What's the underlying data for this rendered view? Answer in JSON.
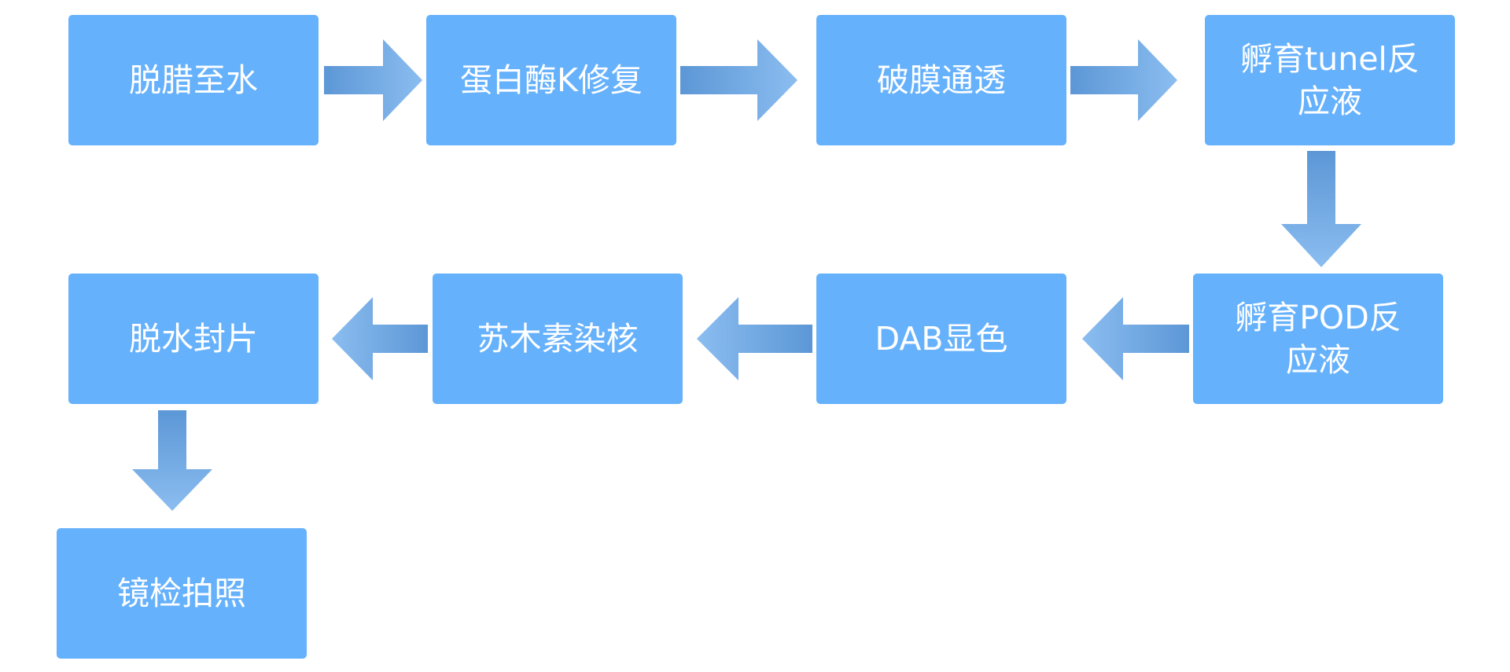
{
  "diagram": {
    "colors": {
      "box_fill": "#66b1fc",
      "box_text": "#ffffff",
      "arrow_light": "#8bbdf0",
      "arrow_dark": "#5c97d6"
    },
    "steps": [
      {
        "label": "脱腊至水"
      },
      {
        "label": "蛋白酶K修复"
      },
      {
        "label": "破膜通透"
      },
      {
        "label": "孵育tunel反\n应液"
      },
      {
        "label": "孵育POD反\n应液"
      },
      {
        "label": "DAB显色"
      },
      {
        "label": "苏木素染核"
      },
      {
        "label": "脱水封片"
      },
      {
        "label": "镜检拍照"
      }
    ]
  }
}
